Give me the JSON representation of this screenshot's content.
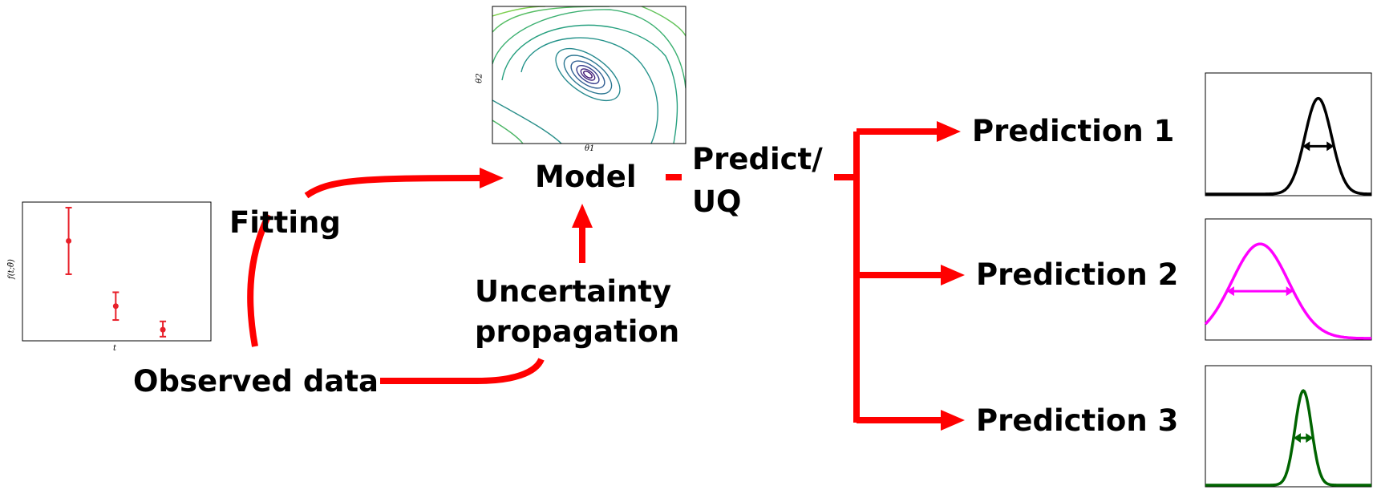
{
  "labels": {
    "model": "Model",
    "fitting": "Fitting",
    "observed_data": "Observed data",
    "uncertainty_line1": "Uncertainty",
    "uncertainty_line2": "propagation",
    "predict_line1": "Predict/",
    "predict_line2": "UQ",
    "prediction1": "Prediction 1",
    "prediction2": "Prediction 2",
    "prediction3": "Prediction 3"
  },
  "data_plot": {
    "xlabel": "t",
    "ylabel": "f(t;θ̄)",
    "points": [
      {
        "x": 1,
        "y": 0.72,
        "lo": 0.48,
        "hi": 0.96
      },
      {
        "x": 2,
        "y": 0.25,
        "lo": 0.15,
        "hi": 0.35
      },
      {
        "x": 3,
        "y": 0.08,
        "lo": 0.03,
        "hi": 0.14
      }
    ]
  },
  "contour_plot": {
    "xlabel": "θ1",
    "ylabel": "θ2"
  },
  "predictions": [
    {
      "color": "#000000",
      "center": 0.68,
      "width": 0.08
    },
    {
      "color": "#ff00ff",
      "center": 0.33,
      "width": 0.17
    },
    {
      "color": "#006400",
      "center": 0.59,
      "width": 0.05
    }
  ],
  "colors": {
    "arrow": "#ff0000",
    "data_point": "#e8202a"
  }
}
